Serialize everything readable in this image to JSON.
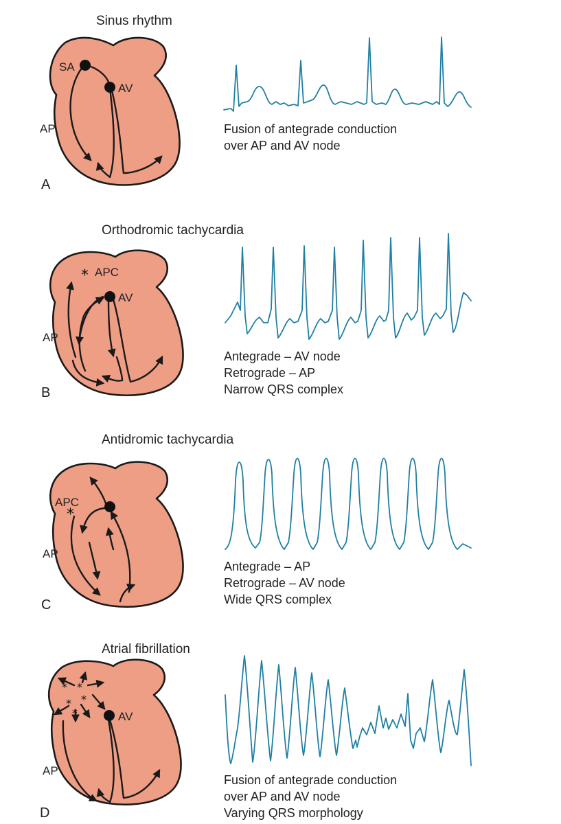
{
  "panels": [
    {
      "letter": "A",
      "title": "Sinus rhythm",
      "node_labels": [
        "SA",
        "AV"
      ],
      "pathway_label": "AP",
      "caption": [
        "Fusion of antegrade conduction",
        "over AP and AV node"
      ]
    },
    {
      "letter": "B",
      "title": "Orthodromic tachycardia",
      "node_labels": [
        "APC",
        "AV"
      ],
      "pathway_label": "AP",
      "caption": [
        "Antegrade – AV node",
        "Retrograde – AP",
        "Narrow QRS complex"
      ]
    },
    {
      "letter": "C",
      "title": "Antidromic tachycardia",
      "node_labels": [
        "APC"
      ],
      "pathway_label": "AP",
      "caption": [
        "Antegrade – AP",
        "Retrograde – AV node",
        "Wide QRS complex"
      ]
    },
    {
      "letter": "D",
      "title": "Atrial fibrillation",
      "node_labels": [
        "AV"
      ],
      "pathway_label": "AP",
      "caption": [
        "Fusion of antegrade conduction",
        "over AP and AV node",
        "Varying QRS morphology"
      ]
    }
  ],
  "colors": {
    "heart_fill": "#ee9e85",
    "heart_outline": "#1a1a1a",
    "ecg_trace": "#1f7fa3",
    "text": "#222222"
  }
}
